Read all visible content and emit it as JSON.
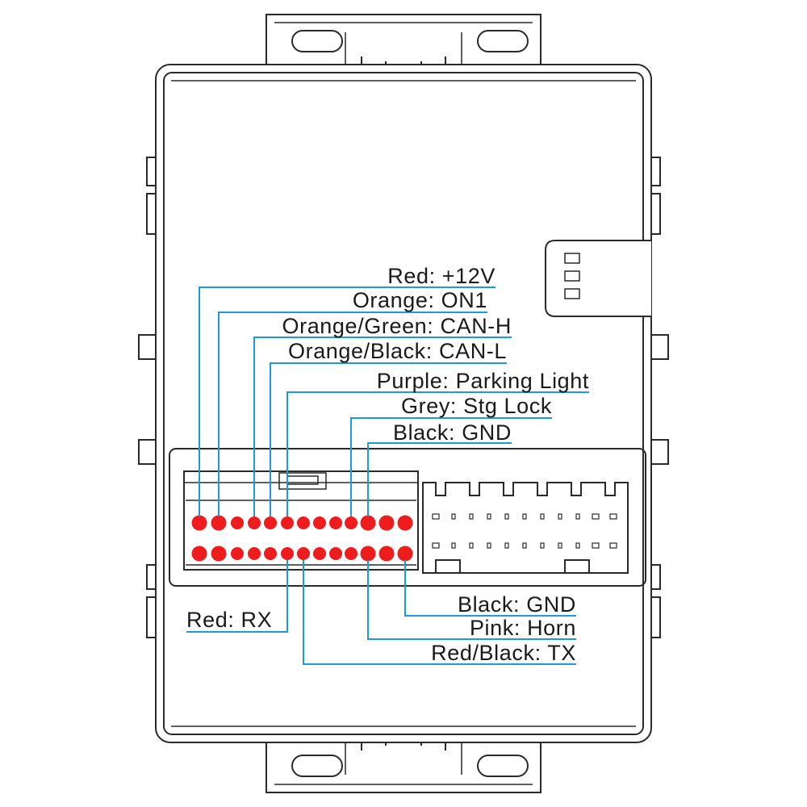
{
  "diagram": {
    "colors": {
      "outline": "#2a2a2a",
      "leader_line": "#1e9ad6",
      "pin_active": "#ee1c1c",
      "label_text": "#1a1a1a"
    },
    "connector": {
      "rows": 2,
      "pins_per_row": 13,
      "active_pins": "all",
      "secondary_connector": "unused"
    },
    "labels": {
      "red_12v": "Red: +12V",
      "orange_on1": "Orange: ON1",
      "orange_green_canh": "Orange/Green: CAN-H",
      "orange_black_canl": "Orange/Black: CAN-L",
      "purple_parking": "Purple: Parking Light",
      "grey_stg_lock": "Grey: Stg Lock",
      "black_gnd_top": "Black: GND",
      "red_rx": "Red: RX",
      "black_gnd_bottom": "Black: GND",
      "pink_horn": "Pink: Horn",
      "red_black_tx": "Red/Black: TX"
    },
    "icons": {
      "led_indicator": "status-led-icon"
    }
  }
}
